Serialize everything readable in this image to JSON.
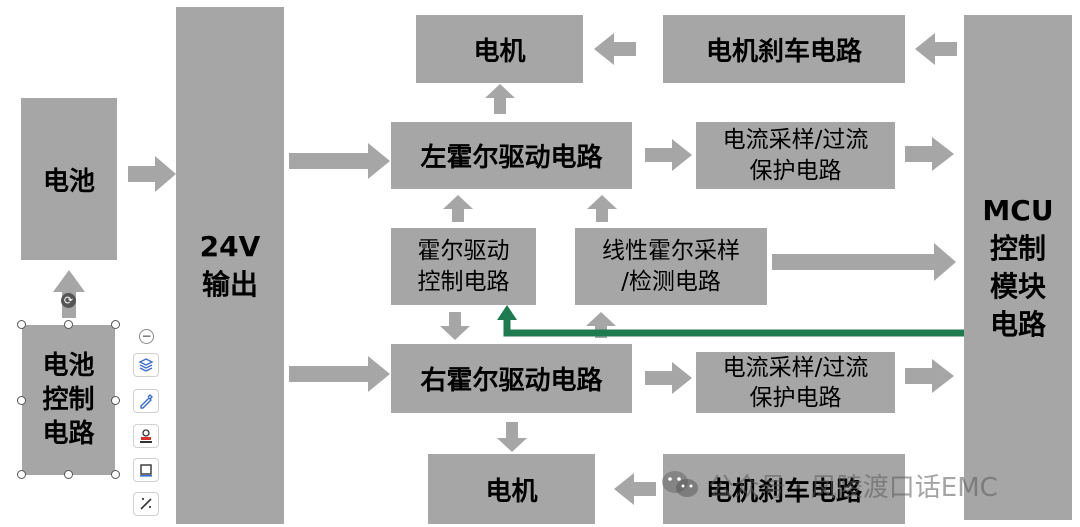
{
  "colors": {
    "block": "#a6a6a6",
    "arrow": "#a6a6a6",
    "feedback": "#1e7a4f",
    "text": "#000000"
  },
  "blocks": {
    "battery": "电池",
    "battery_ctrl": [
      "电池",
      "控制",
      "电路"
    ],
    "output_24v": [
      "24V",
      "输出"
    ],
    "motor_top": "电机",
    "brake_top": "电机刹车电路",
    "hall_left": "左霍尔驱动电路",
    "current_top": [
      "电流采样/过流",
      "保护电路"
    ],
    "hall_drive": [
      "霍尔驱动",
      "控制电路"
    ],
    "linear_hall": [
      "线性霍尔采样",
      "/检测电路"
    ],
    "mcu": [
      "MCU",
      "控制",
      "模块",
      "电路"
    ],
    "hall_right": "右霍尔驱动电路",
    "current_bottom": [
      "电流采样/过流",
      "保护电路"
    ],
    "motor_bottom": "电机",
    "brake_bottom": "电机刹车电路"
  },
  "toolbar": {
    "icons": [
      "minus-icon",
      "layers-icon",
      "pen-icon",
      "stamp-icon",
      "crop-icon",
      "magic-icon"
    ]
  },
  "watermark": {
    "text": "公众号 · 凤陵渡口话EMC",
    "icon": "wechat-icon"
  }
}
